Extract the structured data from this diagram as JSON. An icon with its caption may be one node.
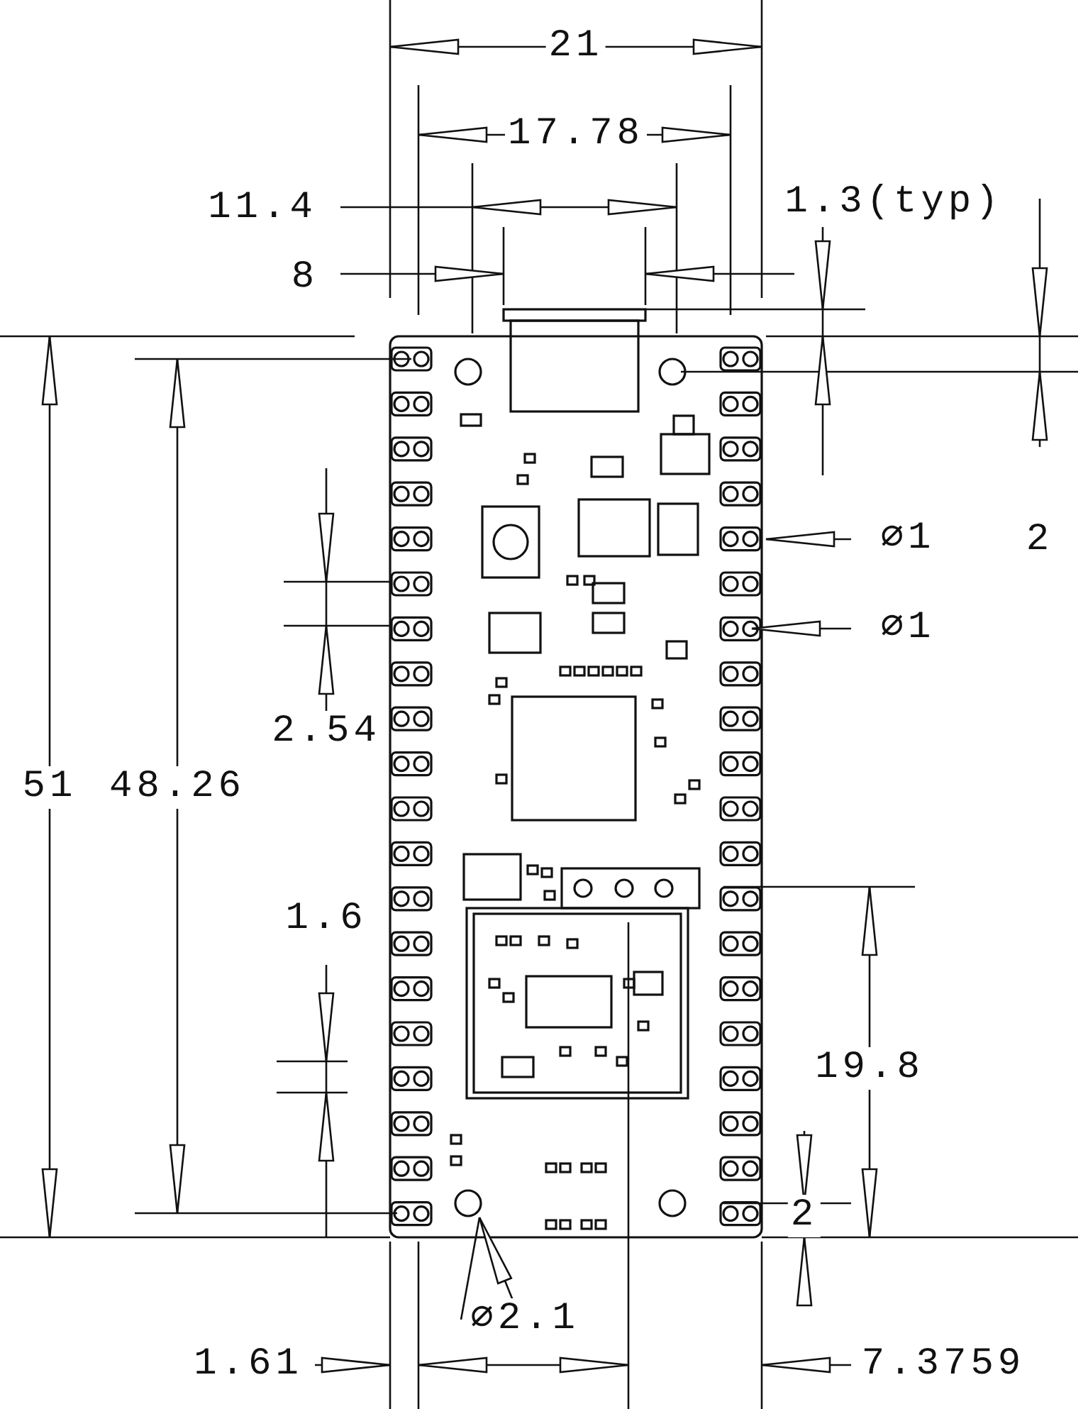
{
  "diagram": {
    "labels": [
      "21",
      "17.78",
      "11.4",
      "1.3(typ)",
      "8",
      "⌀1",
      "2",
      "⌀1",
      "2.54",
      "51",
      "48.26",
      "1.6",
      "19.8",
      "2",
      "⌀2.1",
      "1.61",
      "7.3759"
    ]
  }
}
